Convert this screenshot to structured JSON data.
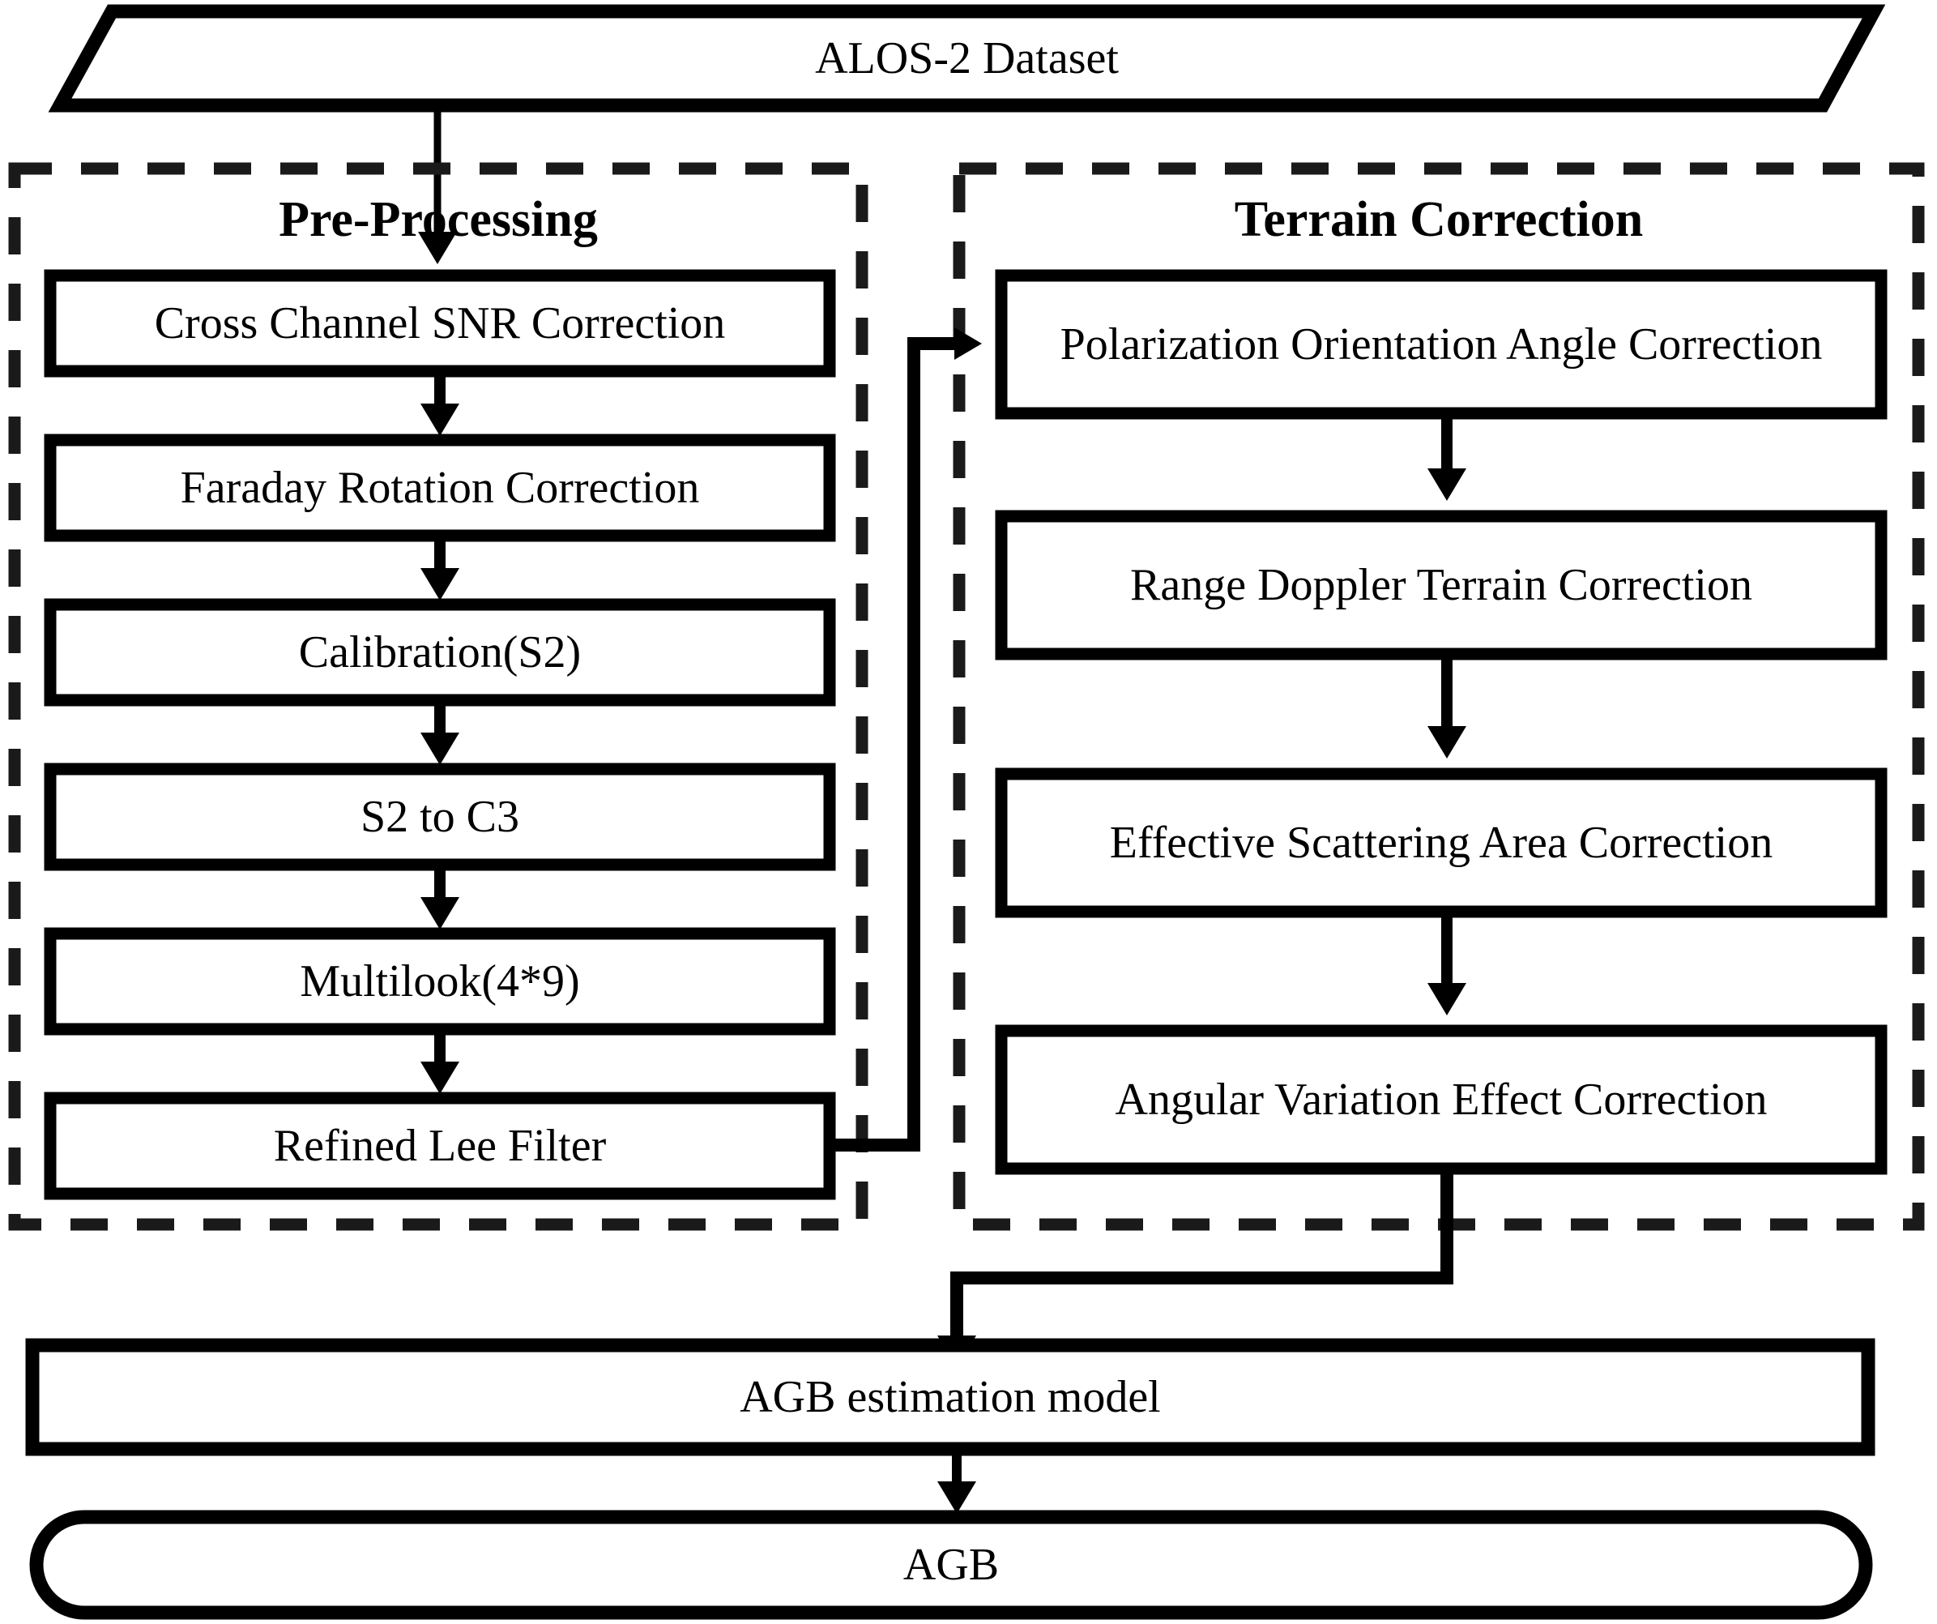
{
  "diagram": {
    "title": "ALOS-2 AGB estimation processing chain",
    "colors": {
      "stroke": "#000000",
      "fill": "#ffffff",
      "dashed_group_stroke": "#1a1a1a"
    },
    "input": {
      "shape": "parallelogram",
      "label": "ALOS-2 Dataset"
    },
    "groups": [
      {
        "id": "pre-processing",
        "title": "Pre-Processing",
        "style": "dashed",
        "steps": [
          "Cross Channel SNR Correction",
          "Faraday Rotation Correction",
          "Calibration(S2)",
          "S2 to C3",
          "Multilook(4*9)",
          "Refined Lee Filter"
        ]
      },
      {
        "id": "terrain-correction",
        "title": "Terrain Correction",
        "style": "dashed",
        "steps": [
          "Polarization Orientation Angle Correction",
          "Range Doppler Terrain Correction",
          "Effective Scattering Area Correction",
          "Angular Variation Effect Correction"
        ]
      }
    ],
    "model": {
      "shape": "rectangle",
      "label": "AGB estimation model"
    },
    "output": {
      "shape": "stadium",
      "label": "AGB"
    },
    "connectors": [
      {
        "from": "ALOS-2 Dataset",
        "to": "Cross Channel SNR Correction",
        "kind": "arrow-down"
      },
      {
        "from": "Cross Channel SNR Correction",
        "to": "Faraday Rotation Correction",
        "kind": "arrow-down"
      },
      {
        "from": "Faraday Rotation Correction",
        "to": "Calibration(S2)",
        "kind": "arrow-down"
      },
      {
        "from": "Calibration(S2)",
        "to": "S2 to C3",
        "kind": "arrow-down"
      },
      {
        "from": "S2 to C3",
        "to": "Multilook(4*9)",
        "kind": "arrow-down"
      },
      {
        "from": "Multilook(4*9)",
        "to": "Refined Lee Filter",
        "kind": "arrow-down"
      },
      {
        "from": "Refined Lee Filter",
        "to": "Polarization Orientation Angle Correction",
        "kind": "elbow-right-up"
      },
      {
        "from": "Polarization Orientation Angle Correction",
        "to": "Range Doppler Terrain Correction",
        "kind": "arrow-down"
      },
      {
        "from": "Range Doppler Terrain Correction",
        "to": "Effective Scattering Area Correction",
        "kind": "arrow-down"
      },
      {
        "from": "Effective Scattering Area Correction",
        "to": "Angular Variation Effect Correction",
        "kind": "arrow-down"
      },
      {
        "from": "Angular Variation Effect Correction",
        "to": "AGB estimation model",
        "kind": "elbow-left-down"
      },
      {
        "from": "AGB estimation model",
        "to": "AGB",
        "kind": "arrow-down"
      }
    ]
  }
}
